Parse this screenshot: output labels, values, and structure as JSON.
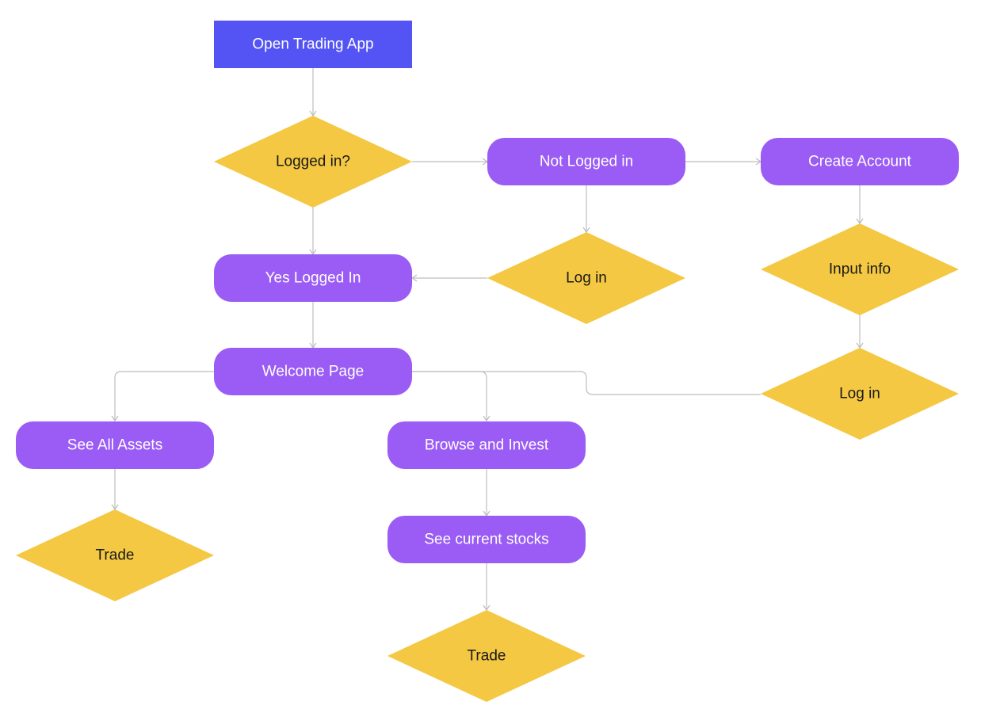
{
  "colors": {
    "start": "#5454F5",
    "process": "#9A5CF4",
    "decision": "#F4C842",
    "connector": "#BDBDBD"
  },
  "nodes": {
    "open_app": "Open Trading App",
    "logged_in_q": "Logged in?",
    "not_logged_in": "Not Logged in",
    "create_account": "Create Account",
    "yes_logged_in": "Yes Logged In",
    "log_in_1": "Log in",
    "input_info": "Input info",
    "welcome_page": "Welcome Page",
    "log_in_2": "Log in",
    "see_all_assets": "See All Assets",
    "browse_invest": "Browse and Invest",
    "trade_1": "Trade",
    "see_current_stocks": "See current stocks",
    "trade_2": "Trade"
  }
}
